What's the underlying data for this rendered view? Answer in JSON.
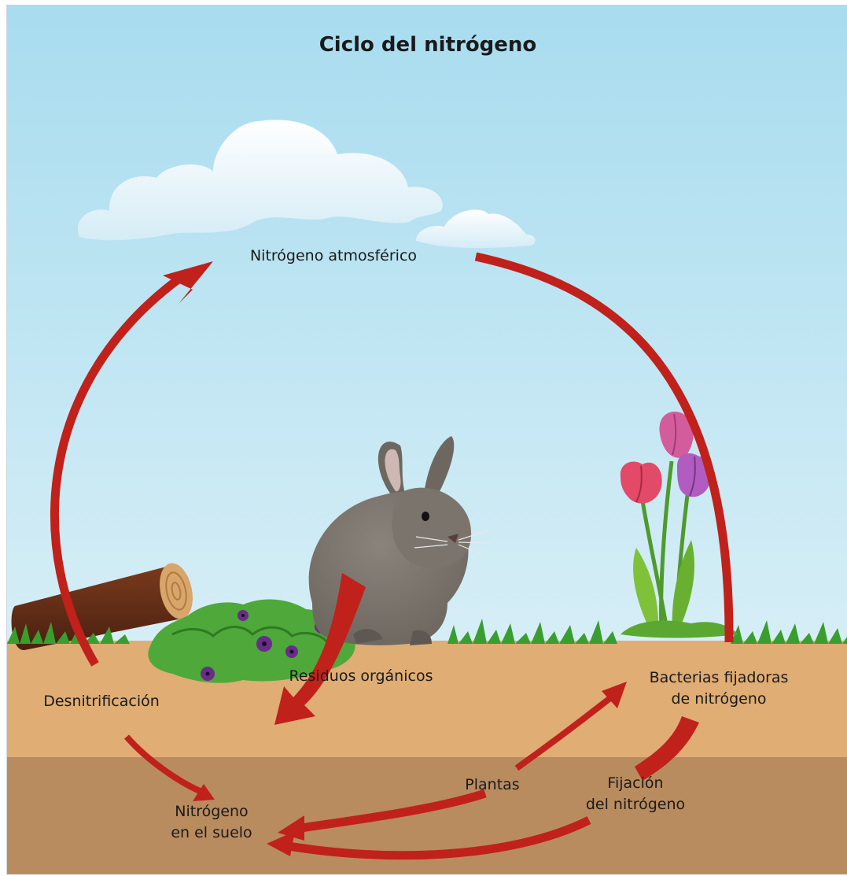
{
  "title": "Ciclo del nitrógeno",
  "labels": {
    "atmospheric": "Nitrógeno atmosférico",
    "organic_waste": "Residuos orgánicos",
    "bacteria": "Bacterias fijadoras\nde nitrógeno",
    "denitrification": "Desnitrificación",
    "soil_nitrogen": "Nitrógeno\nen el suelo",
    "plants": "Plantas",
    "fixation": "Fijación\ndel nitrógeno"
  },
  "colors": {
    "sky_top": "#a8dcef",
    "sky_bottom": "#d6eef6",
    "soil_top": "#e0ad74",
    "soil_bottom": "#b98c5f",
    "arrow": "#c0211b",
    "grass": "#3a9e2f"
  },
  "icons": [
    "cloud-icon",
    "rabbit-icon",
    "log-icon",
    "tulip-icon",
    "violet-flower-icon",
    "grass-icon"
  ]
}
